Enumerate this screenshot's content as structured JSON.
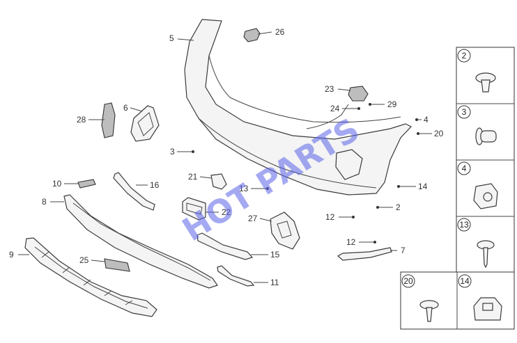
{
  "diagram": {
    "callouts": {
      "p2": "2",
      "p3": "3",
      "p4": "4",
      "p5": "5",
      "p6": "6",
      "p7": "7",
      "p8": "8",
      "p9": "9",
      "p10": "10",
      "p11": "11",
      "p12a": "12",
      "p12b": "12",
      "p13": "13",
      "p14": "14",
      "p15": "15",
      "p16": "16",
      "p20": "20",
      "p21": "21",
      "p22": "22",
      "p23": "23",
      "p24": "24",
      "p25": "25",
      "p26": "26",
      "p27": "27",
      "p28": "28",
      "p29": "29"
    },
    "watermark": "HOT PARTS",
    "legend": {
      "right_column": [
        "2",
        "3",
        "4",
        "13"
      ],
      "bottom_row": [
        "20",
        "14"
      ]
    }
  }
}
